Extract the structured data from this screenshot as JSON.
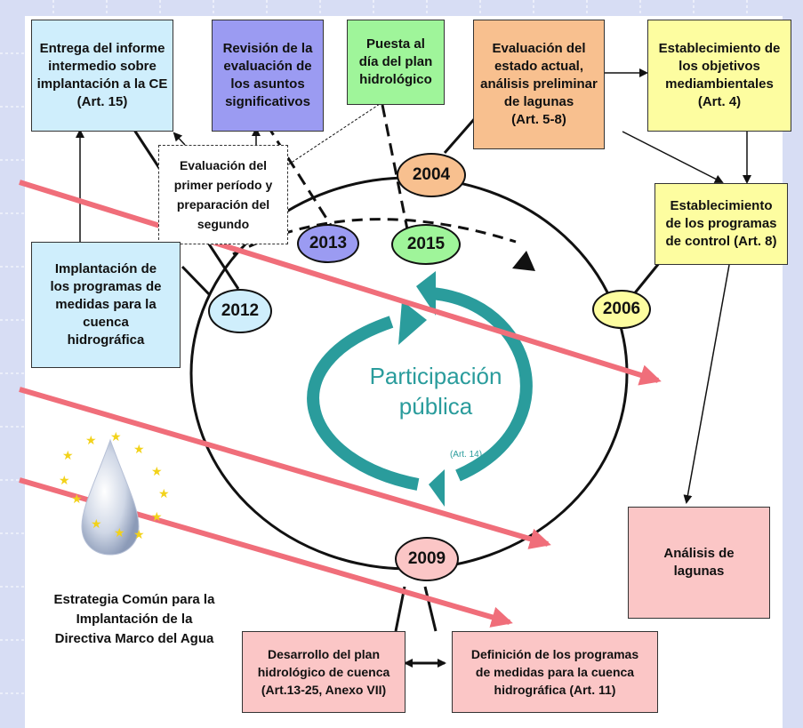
{
  "colors": {
    "slide_bg": "#d7ddf4",
    "blue_box": "#cfeefc",
    "purple_box": "#9b9bf2",
    "green_box": "#9ff59a",
    "orange_box": "#f8c08f",
    "yellow_box": "#fdfda0",
    "pink_box": "#fbc6c6",
    "teal": "#2a9c9c",
    "red_arrow": "#f06e7a"
  },
  "boxes": {
    "entrega": "Entrega del informe\nintermedio sobre\nimplantación a la CE\n(Art. 15)",
    "revision": "Revisión de la\nevaluación de\nlos asuntos\nsignificativos",
    "puesta": "Puesta al\ndía del plan\nhidrológico",
    "evaluacion_estado": "Evaluación del\nestado actual,\nanálisis preliminar\nde lagunas\n(Art. 5-8)",
    "objetivos": "Establecimiento de\nlos objetivos\nmediambientales\n(Art. 4)",
    "programas_control": "Establecimiento\nde los programas\nde control (Art. 8)",
    "evaluacion_periodo": "Evaluación del\nprimer período y\npreparación del\nsegundo",
    "implantacion": "Implantación de\nlos programas de\nmedidas para la\ncuenca\nhidrográfica",
    "analisis": "Análisis de\nlagunas",
    "desarrollo": "Desarrollo del plan\nhidrológico de cuenca\n(Art.13-25, Anexo VII)",
    "definicion": "Definición de los programas\nde medidas para la cuenca\nhidrográfica (Art. 11)"
  },
  "years": {
    "y2004": "2004",
    "y2006": "2006",
    "y2009": "2009",
    "y2012": "2012",
    "y2013": "2013",
    "y2015": "2015"
  },
  "center": {
    "title": "Participación\npública",
    "art": "(Art. 14)"
  },
  "strategy_text": "Estrategia Común para la\nImplantación de la\nDirectiva Marco del Agua",
  "icons": [
    "eu-water-drop-logo",
    "triangle-arrowhead-icon",
    "double-arrow-icon"
  ]
}
